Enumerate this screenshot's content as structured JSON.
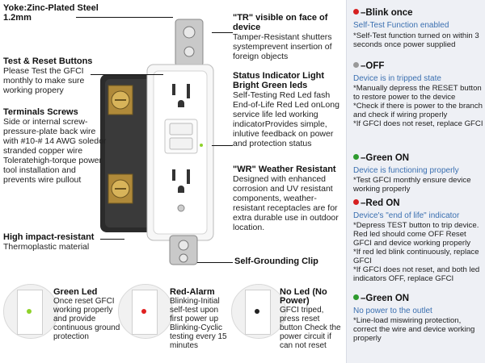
{
  "colors": {
    "accent_blue": "#3a6fb0",
    "red": "#d62020",
    "grey": "#999999",
    "green": "#2e9a2e"
  },
  "callouts": {
    "yoke": {
      "title": "Yoke:Zinc-Plated Steel 1.2mm"
    },
    "test": {
      "title": "Test & Reset Buttons",
      "body": "Please Test the GFCI monthly to make sure working propery"
    },
    "terminal": {
      "title": "Terminals Screws",
      "body": "Side or internal screw-pressure-plate back wire with #10-# 14 AWG soledor stranded copper wire Toleratehigh-torque power tool installation and prevents wire pullout"
    },
    "impact": {
      "title": "High impact-resistant",
      "body": "Thermoplastic material"
    },
    "tr": {
      "title": "\"TR\" visible on face of device",
      "body": "Tamper-Resistant shutters systemprevent insertion of foreign objects"
    },
    "status": {
      "title": "Status Indicator Light Bright Green leds",
      "body": "Self-Testing Red Led fash End-of-Life Red Led onLong service life led working indicatorProvides simple, inlutive feedback on power and protection status"
    },
    "wr": {
      "title": "\"WR\"  Weather Resistant",
      "body": "Designed with enhanced corrosion and UV resistant components, weather-resistant receptacles are for extra durable use in outdoor location."
    },
    "clip": {
      "title": "Self-Grounding Clip"
    }
  },
  "panel": [
    {
      "title": "–Blink once",
      "sub": "Self-Test Function enabled",
      "body": "*Self-Test function turned on within 3 seconds once power supplied",
      "dot": "#d62020"
    },
    {
      "title": "–OFF",
      "sub": "Device is in tripped state",
      "body": "*Manually depress the RESET button to restore power to the device\n*Check if there is power to the branch and check if wiring properly\n*If GFCI does not reset, replace GFCI",
      "dot": "#999999"
    },
    {
      "title": "–Green ON",
      "sub": "Device is functioning properly",
      "body": "*Test GFCI monthly ensure device working properly",
      "dot": "#2e9a2e"
    },
    {
      "title": "–Red ON",
      "sub": "Device's \"end of life\" indicator",
      "body": "*Depress TEST button to trip device.  Red led should come OFF Reset GFCI and device working properly\n*If red led blink continuously, replace GFCI\n*If GFCI does not reset, and both led indicators OFF, replace GFCI",
      "dot": "#d62020"
    },
    {
      "title": "–Green ON",
      "sub": "No power to the outlet",
      "body": "*Line-load miswiring protection, correct the wire and device working properly",
      "dot": "#2e9a2e"
    }
  ],
  "leds": [
    {
      "title": "Green Led",
      "body": "Once reset GFCI working properly and provide continuous ground protection",
      "color": "#8ed22a"
    },
    {
      "title": "Red-Alarm",
      "body": "Blinking-Initial self-test upon first power up Blinking-Cyclic testing every 15 minutes",
      "color": "#e02020"
    },
    {
      "title": "No Led (No Power)",
      "body": "GFCI triped, press reset button Check the power circuit if can not reset",
      "color": "#222222"
    }
  ]
}
